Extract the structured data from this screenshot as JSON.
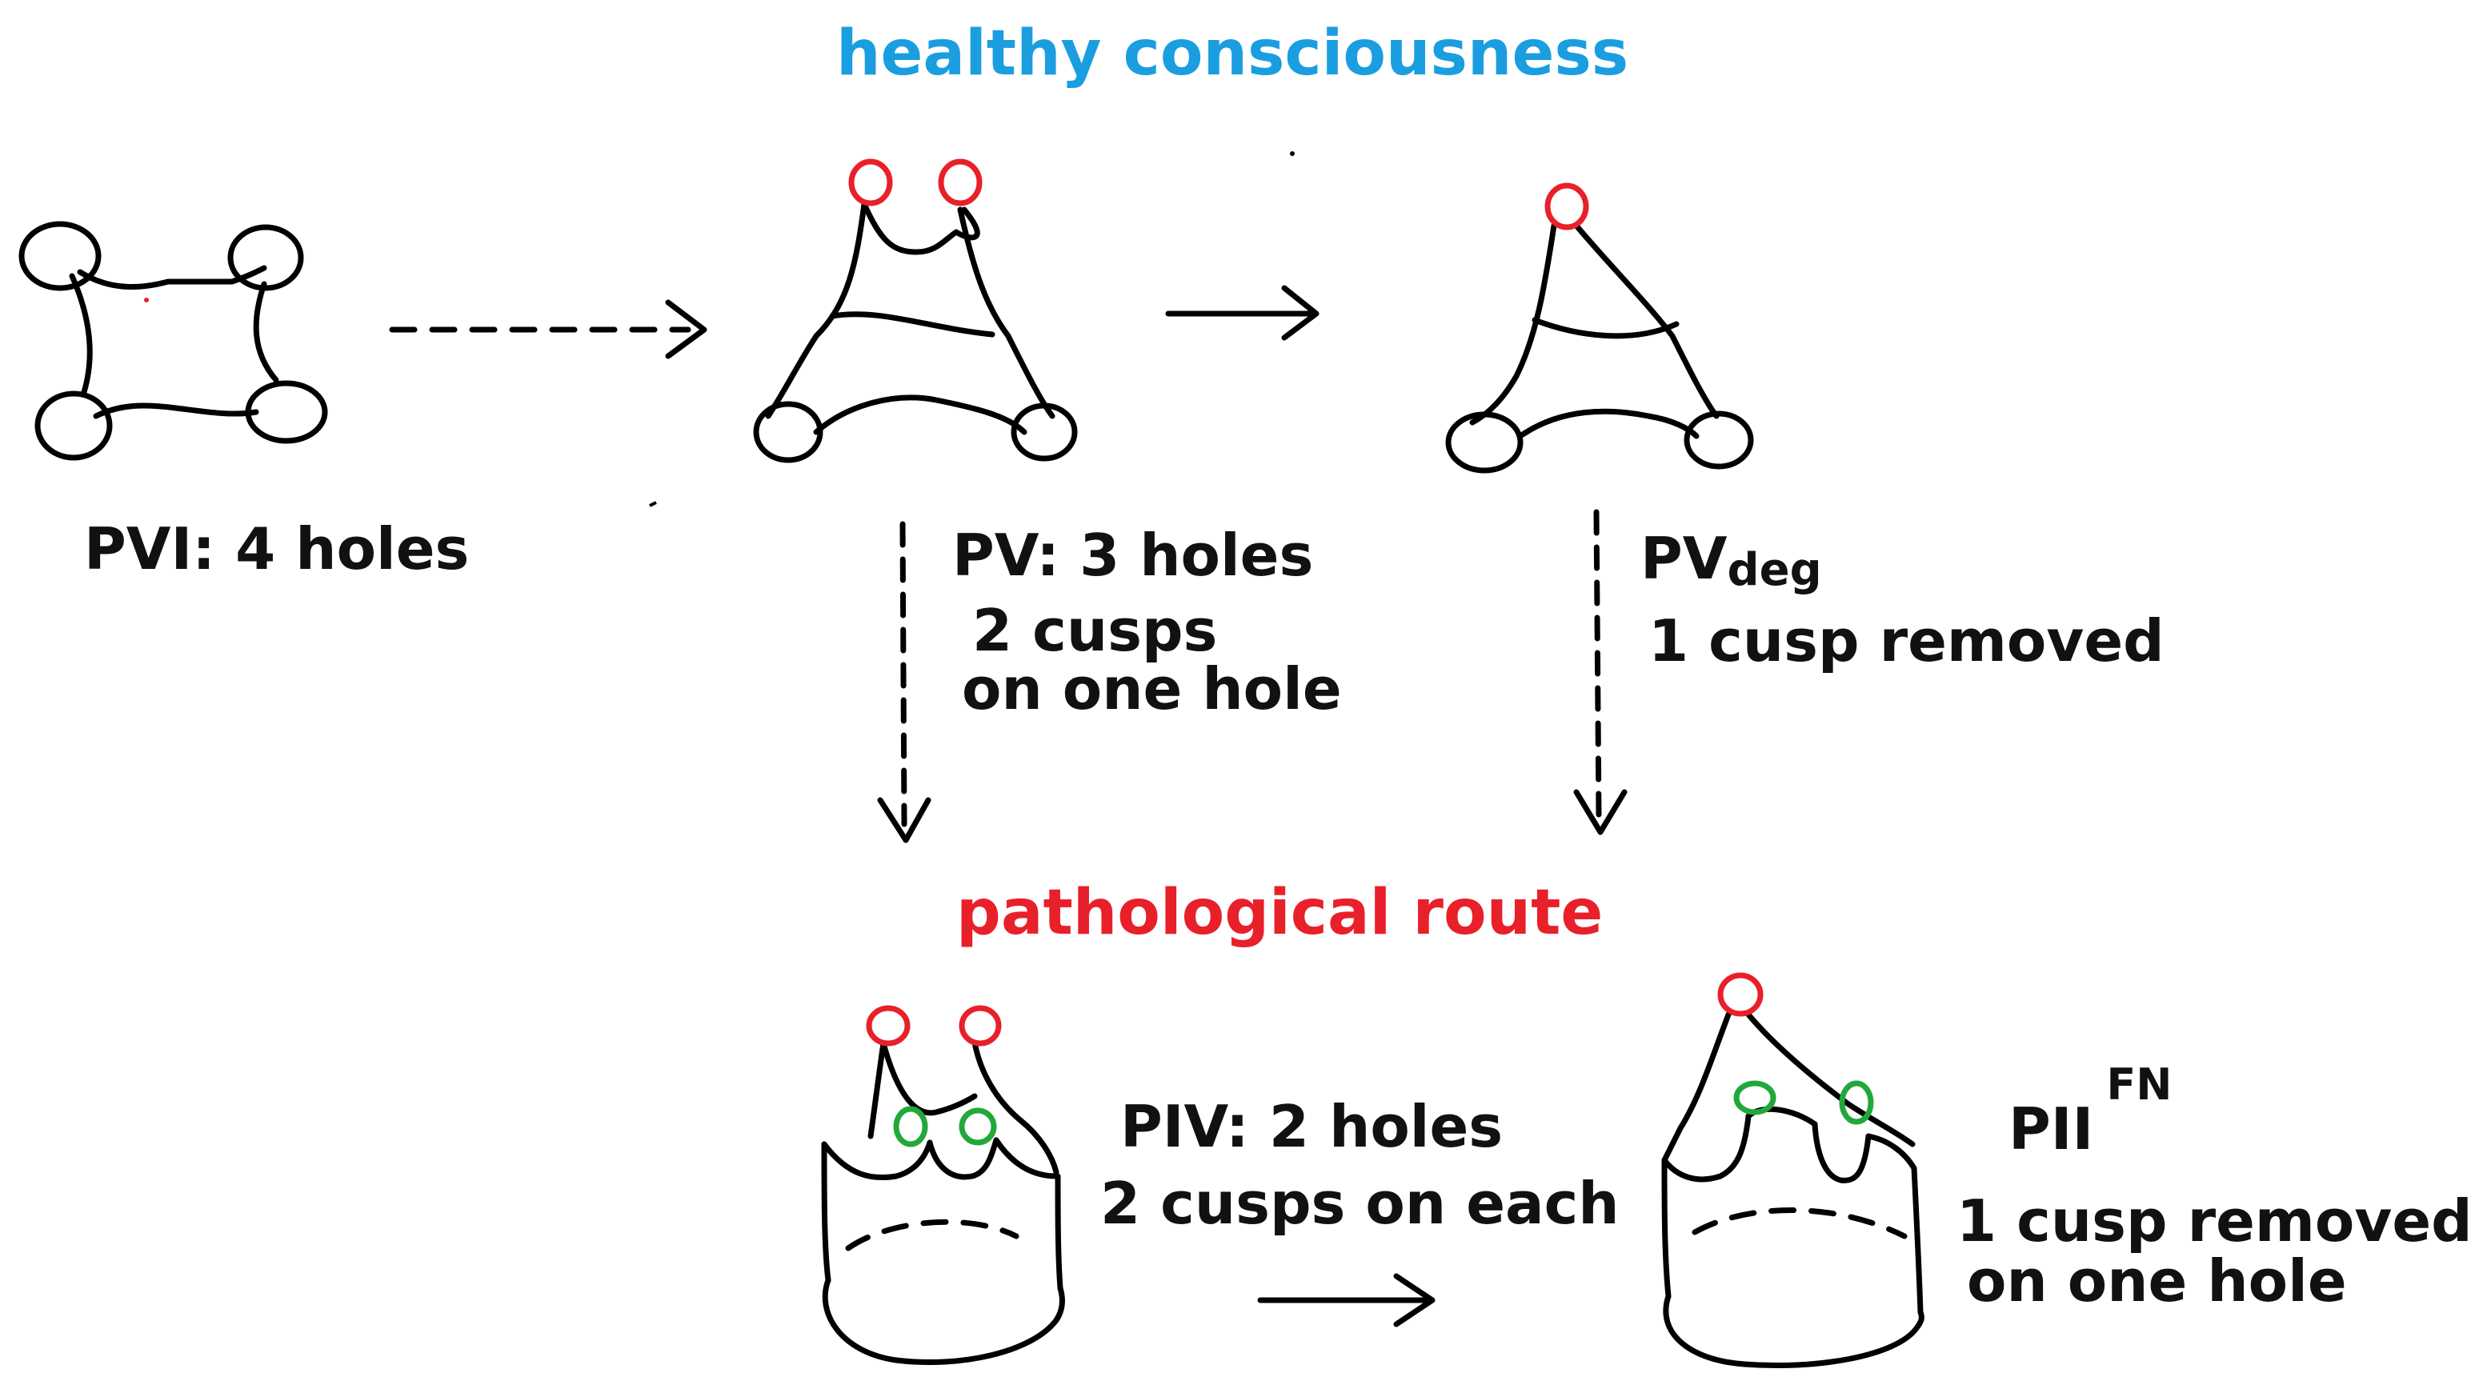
{
  "colors": {
    "healthy": "#1a9ee0",
    "pathological": "#e8202a",
    "cusp_red": "#e8202a",
    "cusp_green": "#22a83a",
    "line": "#000000"
  },
  "headings": {
    "healthy": "healthy consciousness",
    "pathological": "pathological route"
  },
  "nodes": {
    "pvi": {
      "label": "PVI: 4 holes"
    },
    "pv": {
      "label": "PV: 3 holes",
      "note_line1": "2 cusps",
      "note_line2": "on one hole"
    },
    "pvdeg": {
      "label_main": "PV",
      "label_sub": "deg",
      "note": "1 cusp removed"
    },
    "piv": {
      "label": "PIV: 2 holes",
      "note": "2 cusps on each"
    },
    "pii": {
      "label_main": "PII",
      "label_sup": "FN",
      "note_line1": "1 cusp removed",
      "note_line2": "on one hole"
    }
  }
}
